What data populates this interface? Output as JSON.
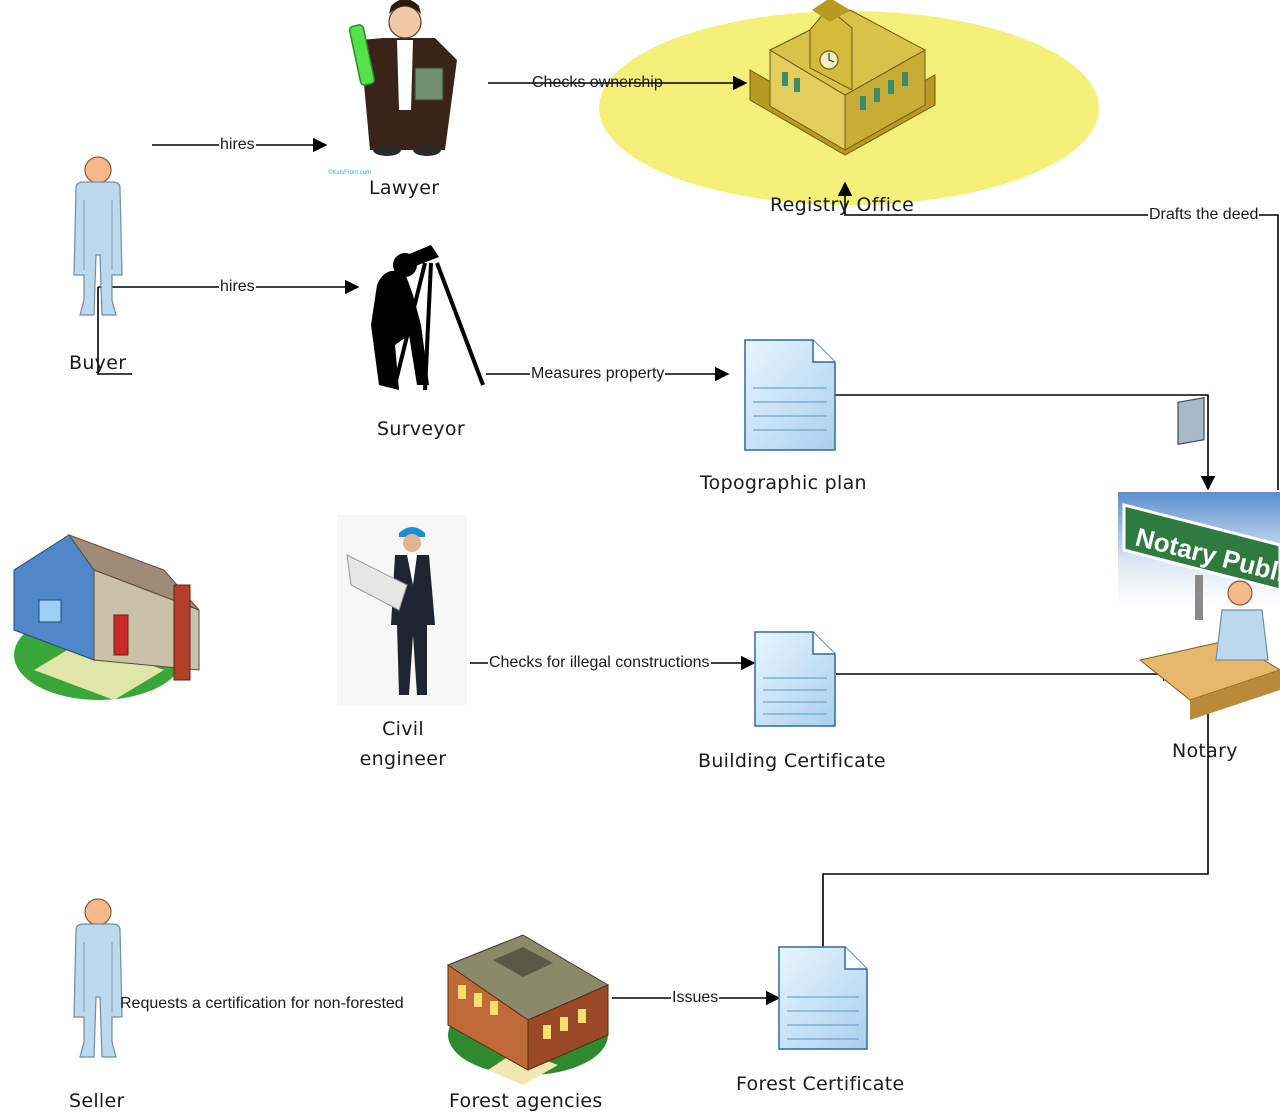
{
  "nodes": {
    "buyer": "Buyer",
    "lawyer": "Lawyer",
    "surveyor": "Surveyor",
    "registry": "Registry Office",
    "topographic_plan": "Topographic plan",
    "civil_engineer_line1": "Civil",
    "civil_engineer_line2": "engineer",
    "building_certificate": "Building Certificate",
    "notary": "Notary",
    "seller": "Seller",
    "forest_agencies": "Forest agencies",
    "forest_certificate": "Forest Certificate"
  },
  "edges": {
    "buyer_hires_lawyer": "hires",
    "buyer_hires_surveyor": "hires",
    "lawyer_checks": "Checks ownership",
    "surveyor_measures": "Measures property",
    "engineer_checks": "Checks for illegal constructions",
    "notary_drafts": "Drafts the deed",
    "seller_requests": "Requests a certification for non-forested",
    "forest_issues": "Issues"
  },
  "signage": {
    "notary_sign": "Notary Public"
  },
  "credits": {
    "lawyer_clipart": "©KidsFront.com"
  },
  "colors": {
    "registry_highlight": "#f5f07a",
    "person_fill": "#bcd9ee",
    "person_head": "#f4b98a",
    "document_fill": "#cfe6f7",
    "building_gold": "#d9c24a",
    "forest_brick": "#c06a3a",
    "house_green": "#3aa63a",
    "line": "#000000"
  }
}
